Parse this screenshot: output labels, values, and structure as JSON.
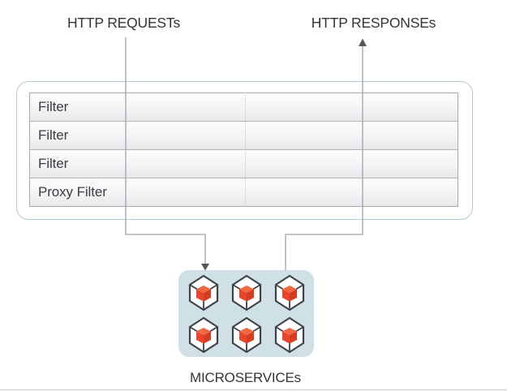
{
  "labels": {
    "http_requests": "HTTP REQUESTs",
    "http_responses": "HTTP RESPONSEs",
    "microservices": "MICROSERVICEs"
  },
  "gateway": {
    "filters": [
      "Filter",
      "Filter",
      "Filter",
      "Proxy Filter"
    ]
  },
  "microservices": {
    "count": 6,
    "icon": "hexagon-cube-icon",
    "grid": "2 rows x 3 columns"
  },
  "flows": {
    "request": "down into filter chain then into microservices",
    "response": "up from microservices through filter chain"
  },
  "colors": {
    "text": "#333538",
    "connector": "#9fa4a9",
    "arrowhead": "#54585c",
    "gateway_border": "#b6c8d4",
    "table_border": "#a7aaaf",
    "row_separator": "#b2b4b8",
    "row_top": "#fcfcfd",
    "row_bottom": "#e9e9ec",
    "dotted_divider": "#c5c7ca",
    "ms_box_bg": "#cfe0e7",
    "hex_stroke": "#3f4449",
    "cube_top": "#f0683f",
    "cube_left": "#e8452b",
    "cube_right": "#d63c22",
    "hairline": "#c9cacb"
  }
}
